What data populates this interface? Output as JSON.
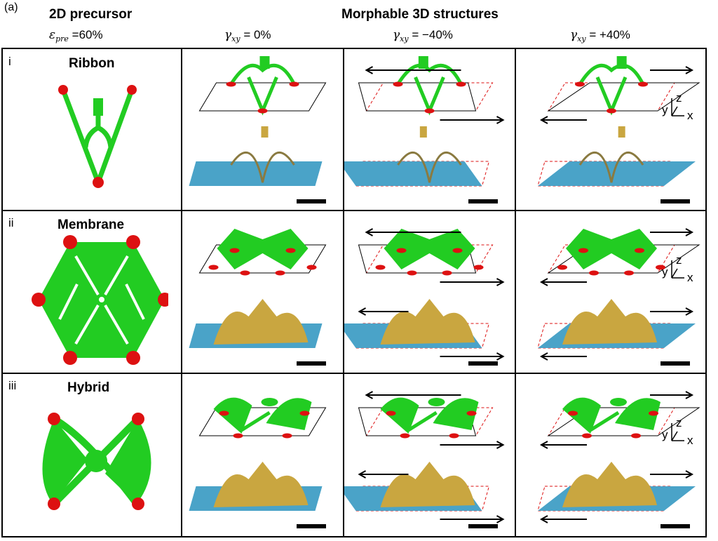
{
  "panel_label": "(a)",
  "header": {
    "precursor_title": "2D precursor",
    "structures_title": "Morphable 3D structures",
    "precursor_strain": {
      "symbol": "ε",
      "sub": "pre",
      "value": " =60%"
    },
    "shear_cols": [
      {
        "symbol": "γ",
        "sub": "xy",
        "value": " = 0%"
      },
      {
        "symbol": "γ",
        "sub": "xy",
        "value": " = −40%"
      },
      {
        "symbol": "γ",
        "sub": "xy",
        "value": " = +40%"
      }
    ]
  },
  "rows": [
    {
      "numeral": "i",
      "label": "Ribbon"
    },
    {
      "numeral": "ii",
      "label": "Membrane"
    },
    {
      "numeral": "iii",
      "label": "Hybrid"
    }
  ],
  "axes": {
    "x": "x",
    "y": "y",
    "z": "z"
  },
  "colors": {
    "green": "#22cc22",
    "red": "#dd1111",
    "substrate": "#4aa3c8",
    "gold": "#c9a640"
  }
}
